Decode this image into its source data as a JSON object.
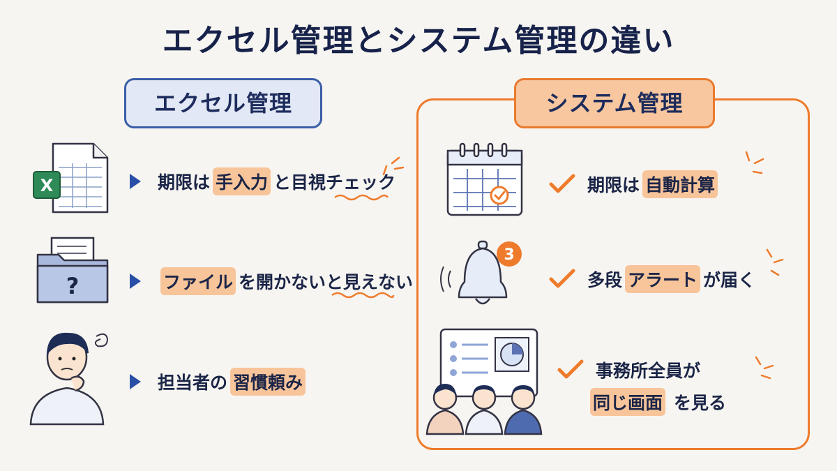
{
  "title": "エクセル管理とシステム管理の違い",
  "left": {
    "header": "エクセル管理",
    "items": [
      {
        "pre": "期限は",
        "hl": "手入力",
        "post": "と目視チェック"
      },
      {
        "pre": "",
        "hl": "ファイル",
        "post": "を開かないと見えない"
      },
      {
        "pre": "担当者の",
        "hl": "習慣頼み",
        "post": ""
      }
    ],
    "excel_letter": "X",
    "folder_mark": "?"
  },
  "right": {
    "header": "システム管理",
    "items": [
      {
        "pre": "期限は",
        "hl": "自動計算",
        "post": ""
      },
      {
        "pre": "多段",
        "hl": "アラート",
        "post": "が届く"
      },
      {
        "line1": "事務所全員が",
        "hl": "同じ画面",
        "post": "を見る"
      }
    ],
    "bell_badge": "3"
  },
  "colors": {
    "navy": "#17224a",
    "blue": "#2b4fa6",
    "orange": "#ee7b2c",
    "highlight": "#f8c49a"
  }
}
